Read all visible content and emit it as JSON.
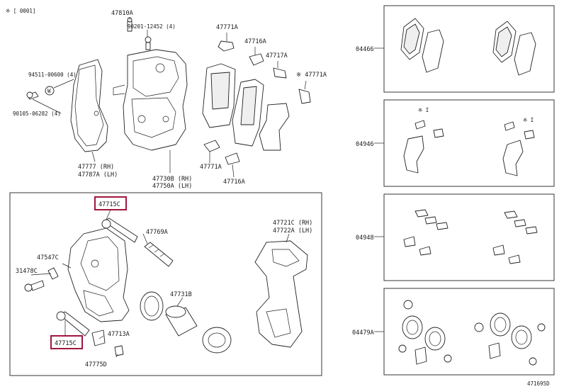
{
  "colors": {
    "line": "#222222",
    "highlight": "#a0163e",
    "background": "#ffffff"
  },
  "header": {
    "note": "※ [      0001]"
  },
  "footer": {
    "code": "471695D"
  },
  "main_labels": {
    "p47810A": "47810A",
    "p90201": "90201-12452 (4)",
    "p94511": "94511-00600 (4)",
    "p90105": "90105-06282 (4)",
    "p47777": "47777 (RH)",
    "p47787A": "47787A (LH)",
    "p47771A_top": "47771A",
    "p47716A_top": "47716A",
    "p47717A": "47717A",
    "p47771A_right": "※ 47771A",
    "p47771A_bot": "47771A",
    "p47716A_bot": "47716A",
    "p47730B": "47730B (RH)",
    "p47750A": "47750A (LH)",
    "p47715C_top": "47715C",
    "p47769A": "47769A",
    "p47721C": "47721C (RH)",
    "p47722A": "47722A (LH)",
    "p47547C": "47547C",
    "p31478C": "31478C",
    "p47731B": "47731B",
    "p47713A": "47713A",
    "p47715C_bot": "47715C",
    "p47775D": "47775D"
  },
  "kits": [
    {
      "code": "04466",
      "marker": ""
    },
    {
      "code": "04946",
      "marker": "※"
    },
    {
      "code": "04948",
      "marker": ""
    },
    {
      "code": "04479A",
      "marker": ""
    }
  ],
  "kit_markers": {
    "left": "※ I",
    "right": "※ I"
  },
  "highlighted_parts": [
    "47715C"
  ]
}
